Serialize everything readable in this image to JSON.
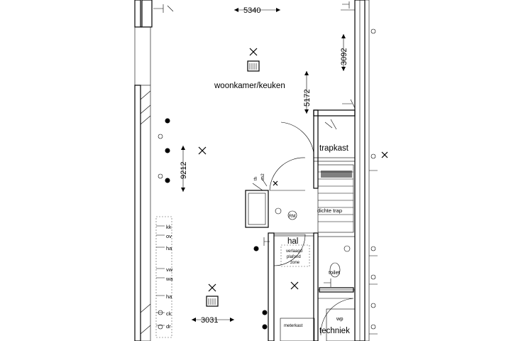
{
  "rooms": {
    "living": "woonkamer/keuken",
    "trapkast": "trapkast",
    "hal": "hal",
    "toilet": "toilet",
    "techniek": "techniek",
    "dichte_trap": "dichte trap",
    "verlaagd": [
      "verlaagd",
      "plafond",
      "zone"
    ],
    "meterkast": "meterkast",
    "wp": "wp"
  },
  "dimensions": {
    "top_width": "5340",
    "right_height": "3092",
    "center_height": "5172",
    "left_height": "9212",
    "bottom_width": "3031"
  },
  "symbols": {
    "th": "th",
    "co2": "co2",
    "rm": "RM",
    "kk": "kk",
    "ov": "ov",
    "ha": "ha",
    "vw": "vw",
    "wa": "wa",
    "ck": "ck",
    "dr": "dr"
  }
}
